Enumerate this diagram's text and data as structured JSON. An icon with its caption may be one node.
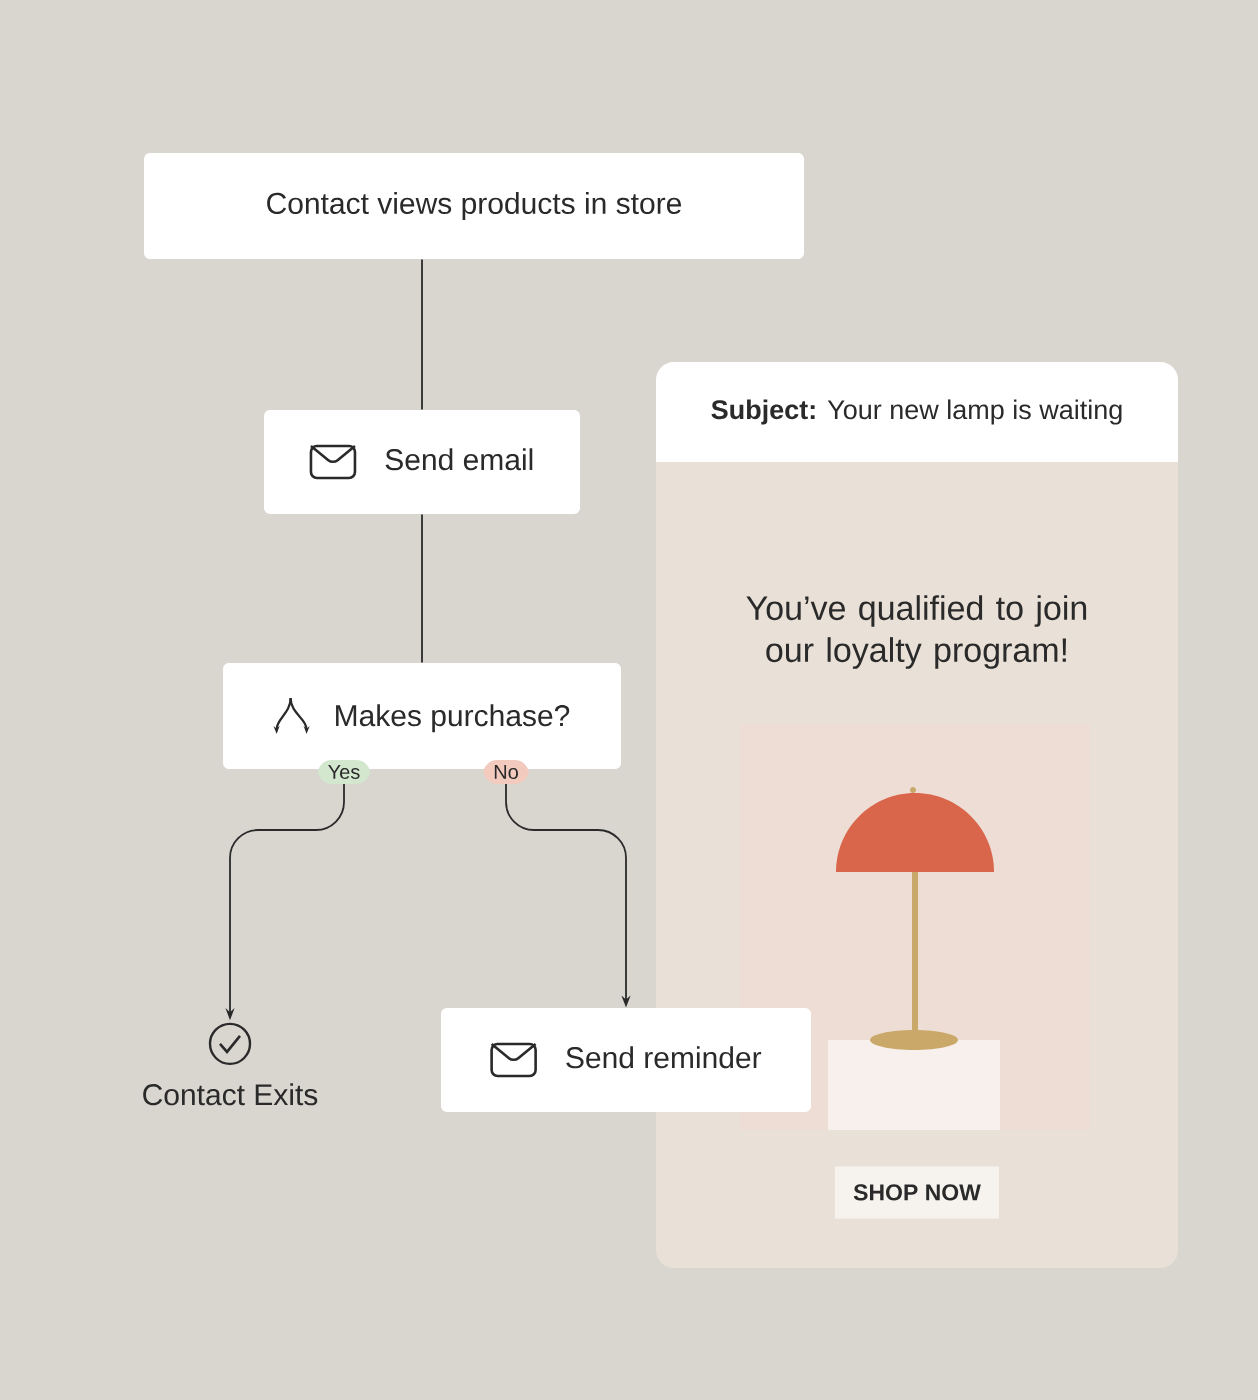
{
  "diagram": {
    "nodes": [
      {
        "text": [
          "Contact views products in store"
        ]
      },
      {
        "text": [
          "Send email"
        ]
      },
      {
        "text": [
          "Makes purchase?"
        ]
      },
      {
        "text": [
          "Contact Exits"
        ]
      },
      {
        "text": [
          "Send reminder"
        ]
      },
      {
        "text": [
          "**Subject:** Your new lamp is waiting",
          "You’ve qualified to join our loyalty program!"
        ]
      },
      {
        "text": [
          "SHOP NOW"
        ],
        "in": 5
      }
    ],
    "edges": [
      {
        "from": 0,
        "to": 1,
        "arrow": "none"
      },
      {
        "from": 1,
        "to": 2,
        "arrow": "none"
      },
      {
        "from": 2,
        "to": 3,
        "arrow": "to",
        "label": "Yes"
      },
      {
        "from": 2,
        "to": 4,
        "arrow": "to",
        "label": "No"
      }
    ]
  }
}
